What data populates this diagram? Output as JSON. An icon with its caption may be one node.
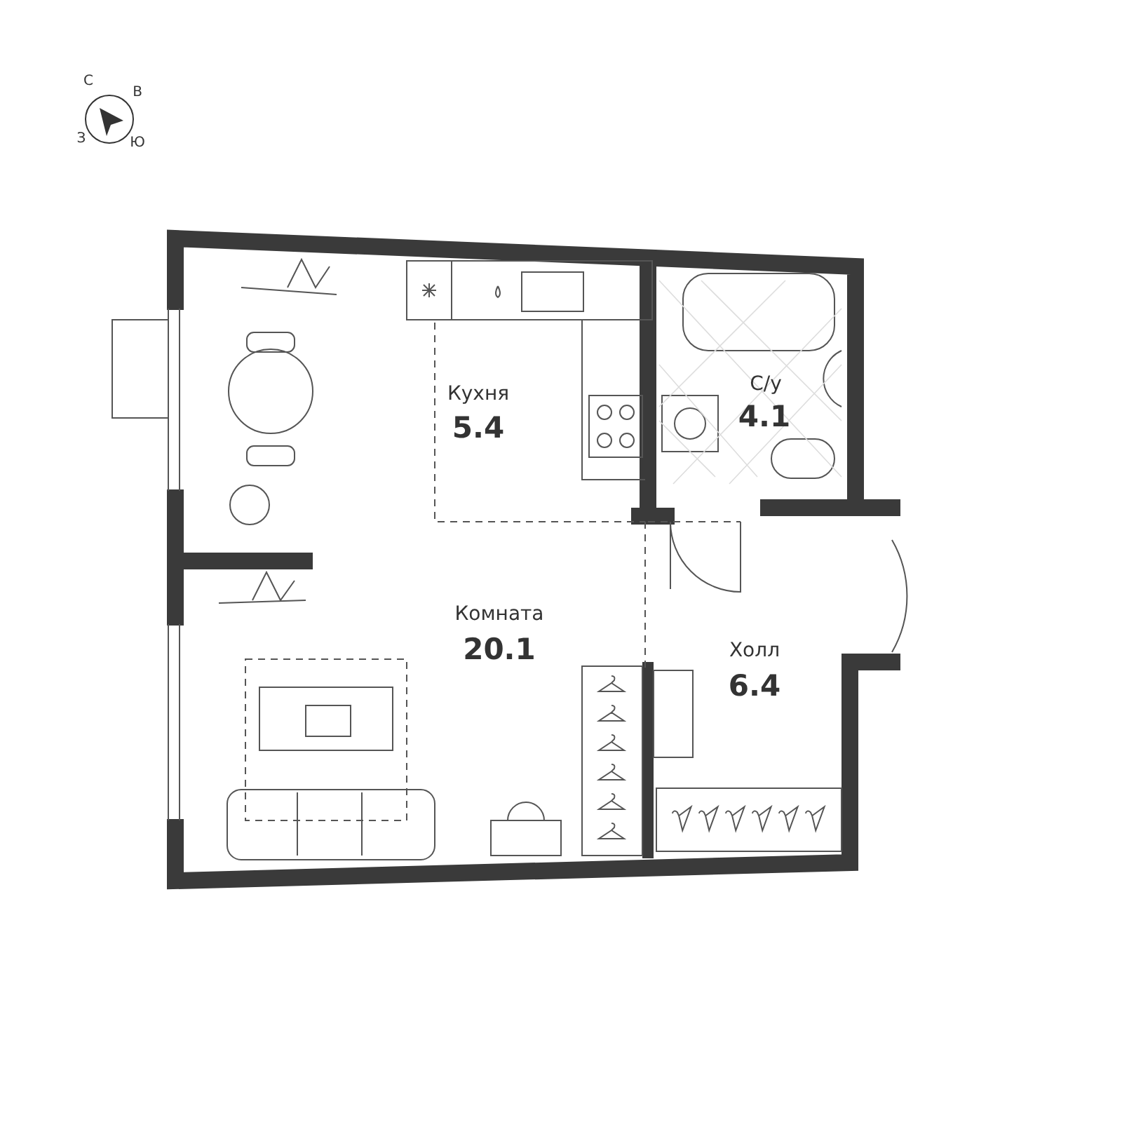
{
  "diagram": {
    "labels": [
      "С",
      "В",
      "З",
      "Ю",
      "Кухня",
      "5.4",
      "С/у",
      "4.1",
      "Комната",
      "20.1",
      "Холл",
      "6.4"
    ]
  }
}
